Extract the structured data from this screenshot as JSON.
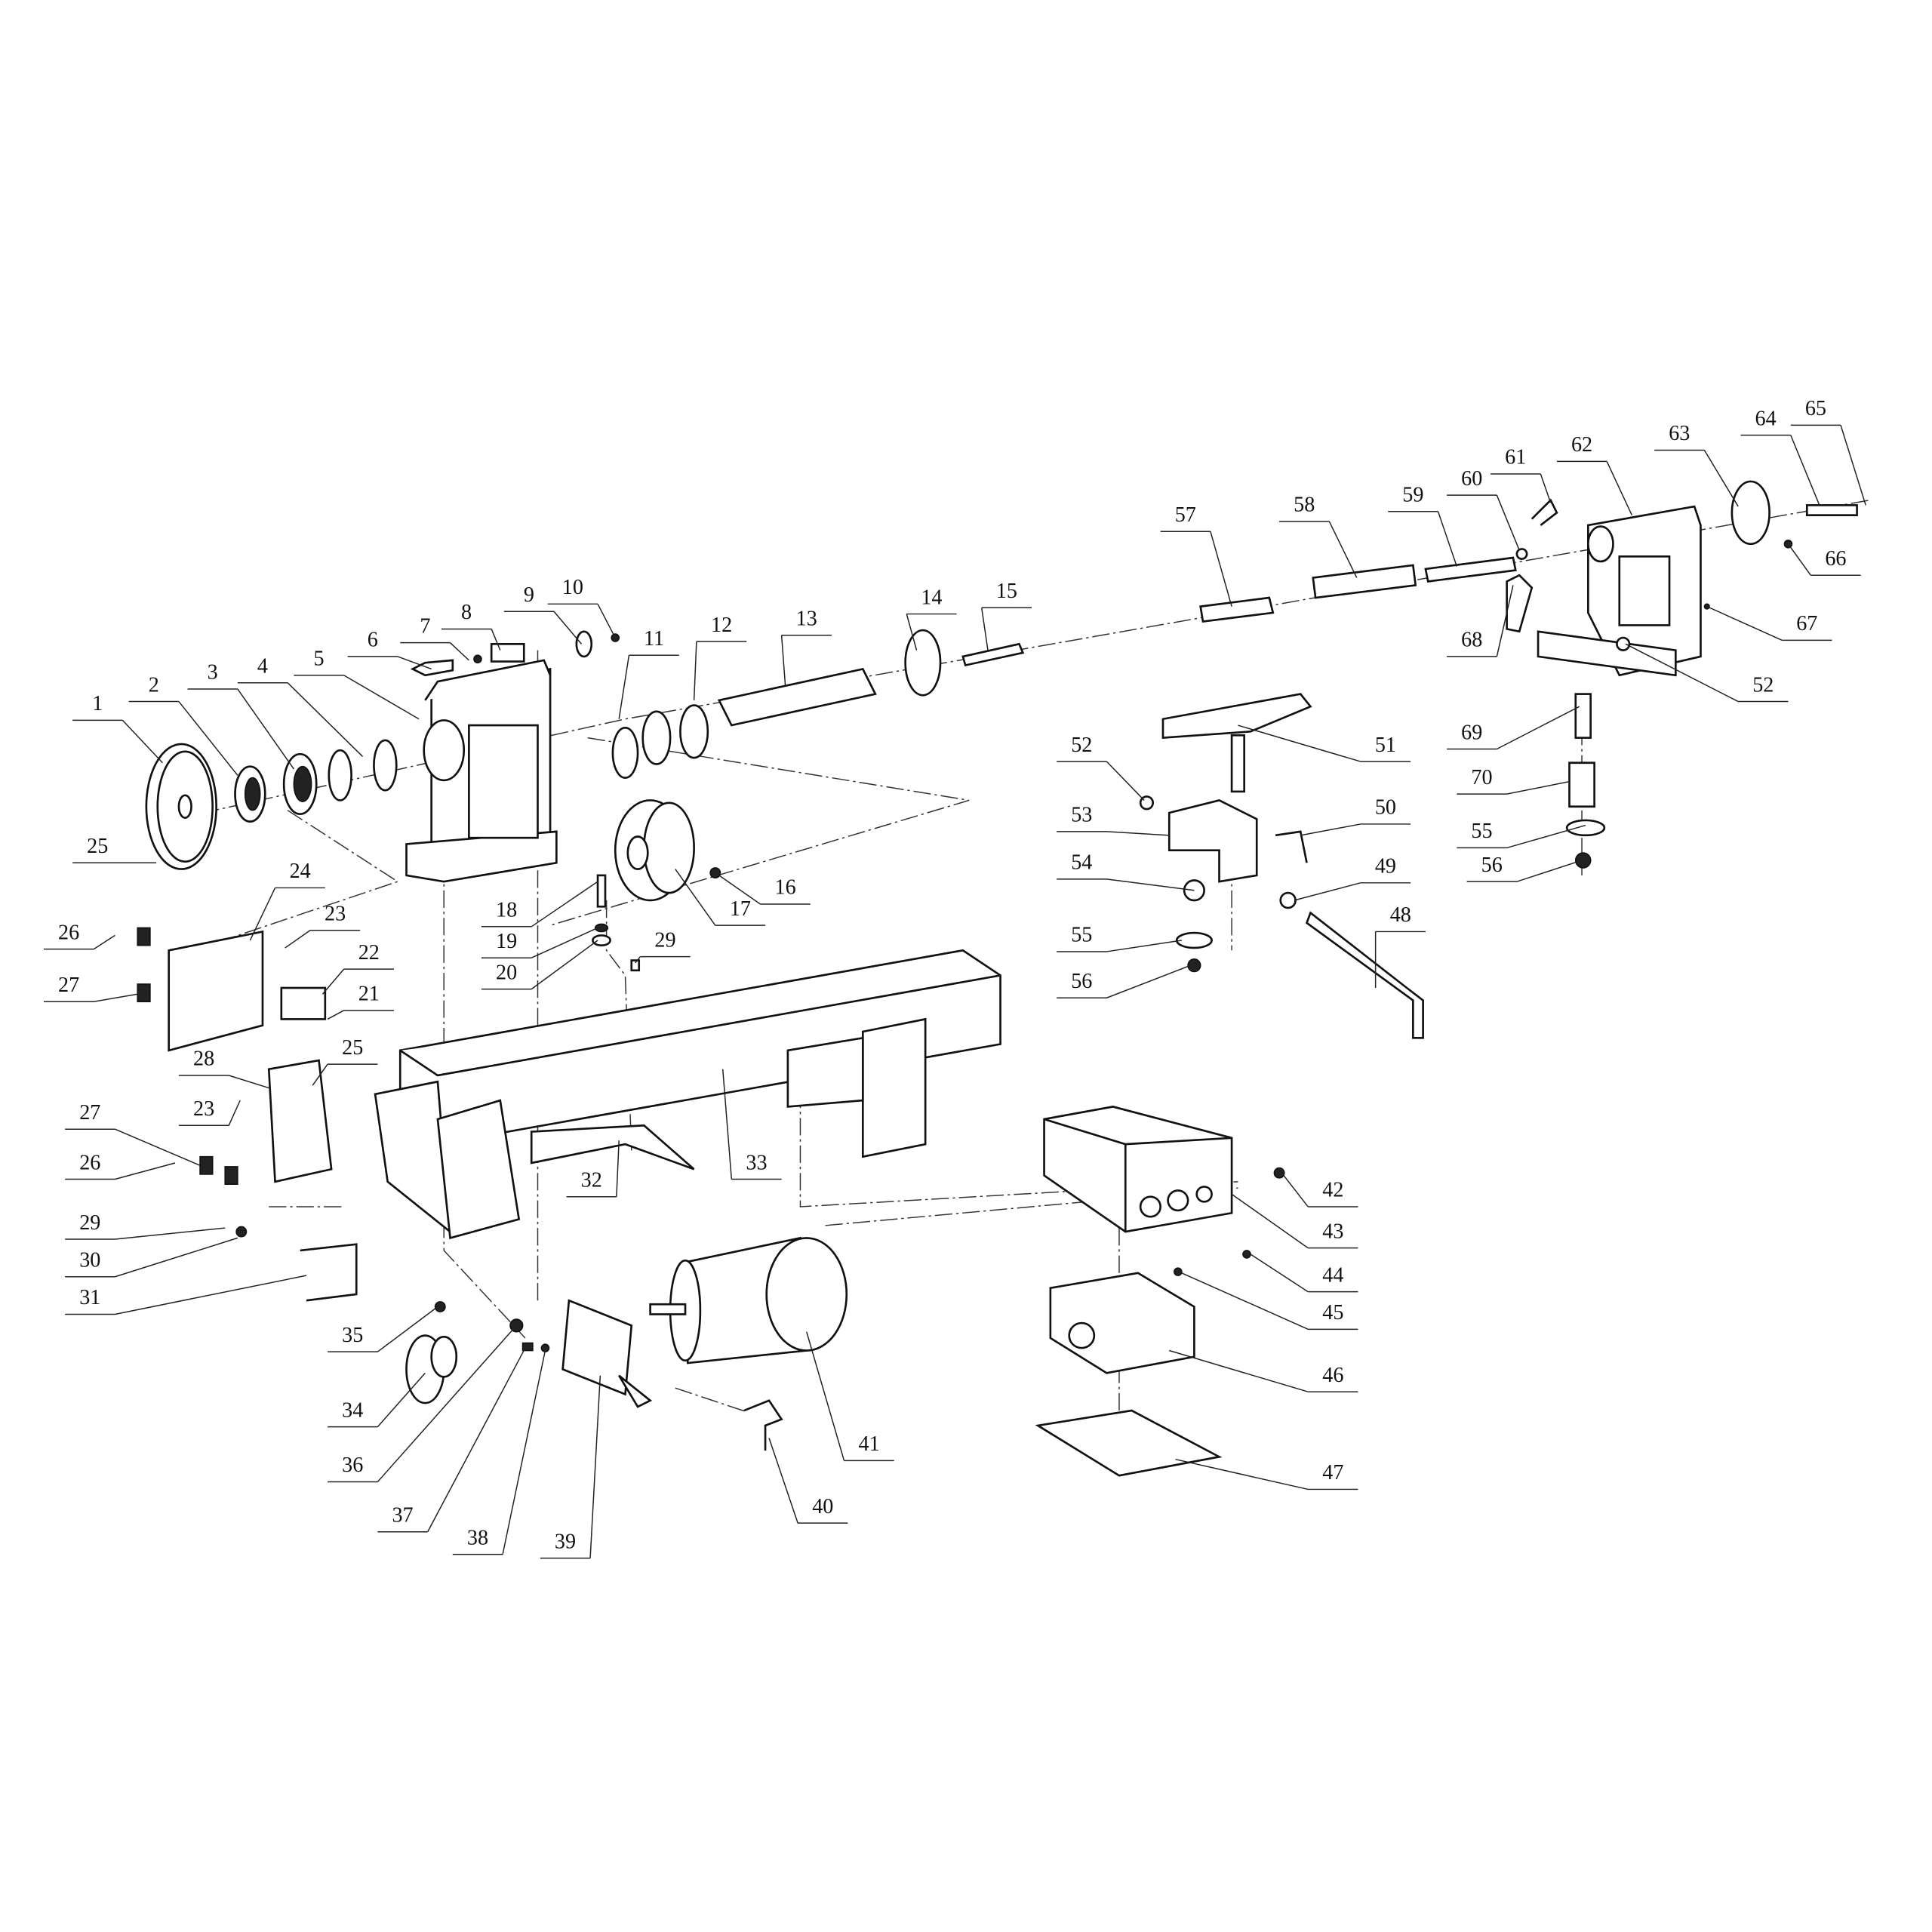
{
  "title": "Wood lathe exploded parts diagram",
  "labels": [
    "1",
    "2",
    "3",
    "4",
    "5",
    "6",
    "7",
    "8",
    "9",
    "10",
    "11",
    "12",
    "13",
    "14",
    "15",
    "16",
    "17",
    "18",
    "19",
    "20",
    "21",
    "22",
    "23",
    "24",
    "25",
    "26",
    "27",
    "28",
    "23",
    "25",
    "27",
    "26",
    "29",
    "30",
    "31",
    "29",
    "32",
    "33",
    "35",
    "34",
    "36",
    "37",
    "38",
    "39",
    "40",
    "41",
    "42",
    "43",
    "44",
    "45",
    "46",
    "47",
    "48",
    "49",
    "50",
    "51",
    "52",
    "53",
    "54",
    "55",
    "56",
    "57",
    "58",
    "59",
    "60",
    "61",
    "62",
    "63",
    "64",
    "65",
    "66",
    "67",
    "68",
    "52",
    "69",
    "70",
    "55",
    "56"
  ]
}
